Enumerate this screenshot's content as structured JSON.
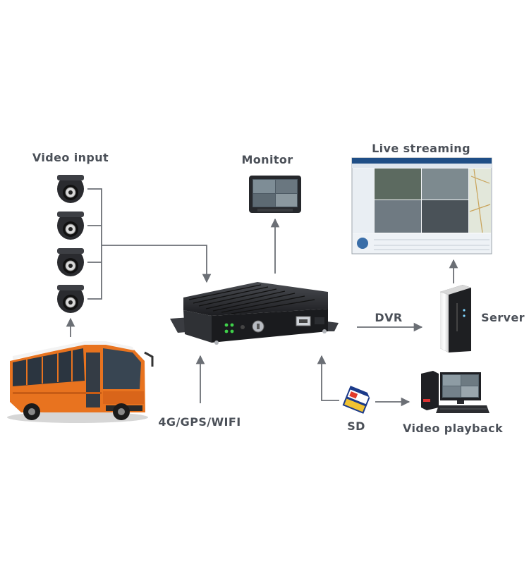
{
  "labels": {
    "video_input": "Video input",
    "monitor": "Monitor",
    "live_streaming": "Live streaming",
    "dvr": "DVR",
    "server": "Server",
    "network": "4G/GPS/WIFI",
    "sd": "SD",
    "video_playback": "Video playback"
  },
  "colors": {
    "arrow": "#6b6f75",
    "label": "#4b5058",
    "bus_orange": "#e8731f",
    "device_dark": "#24262a"
  },
  "icons": [
    "dome-camera-icon",
    "bus-icon",
    "monitor-icon",
    "dashboard-screen-icon",
    "mdvr-device-icon",
    "server-tower-icon",
    "sd-card-icon",
    "desktop-pc-icon"
  ]
}
